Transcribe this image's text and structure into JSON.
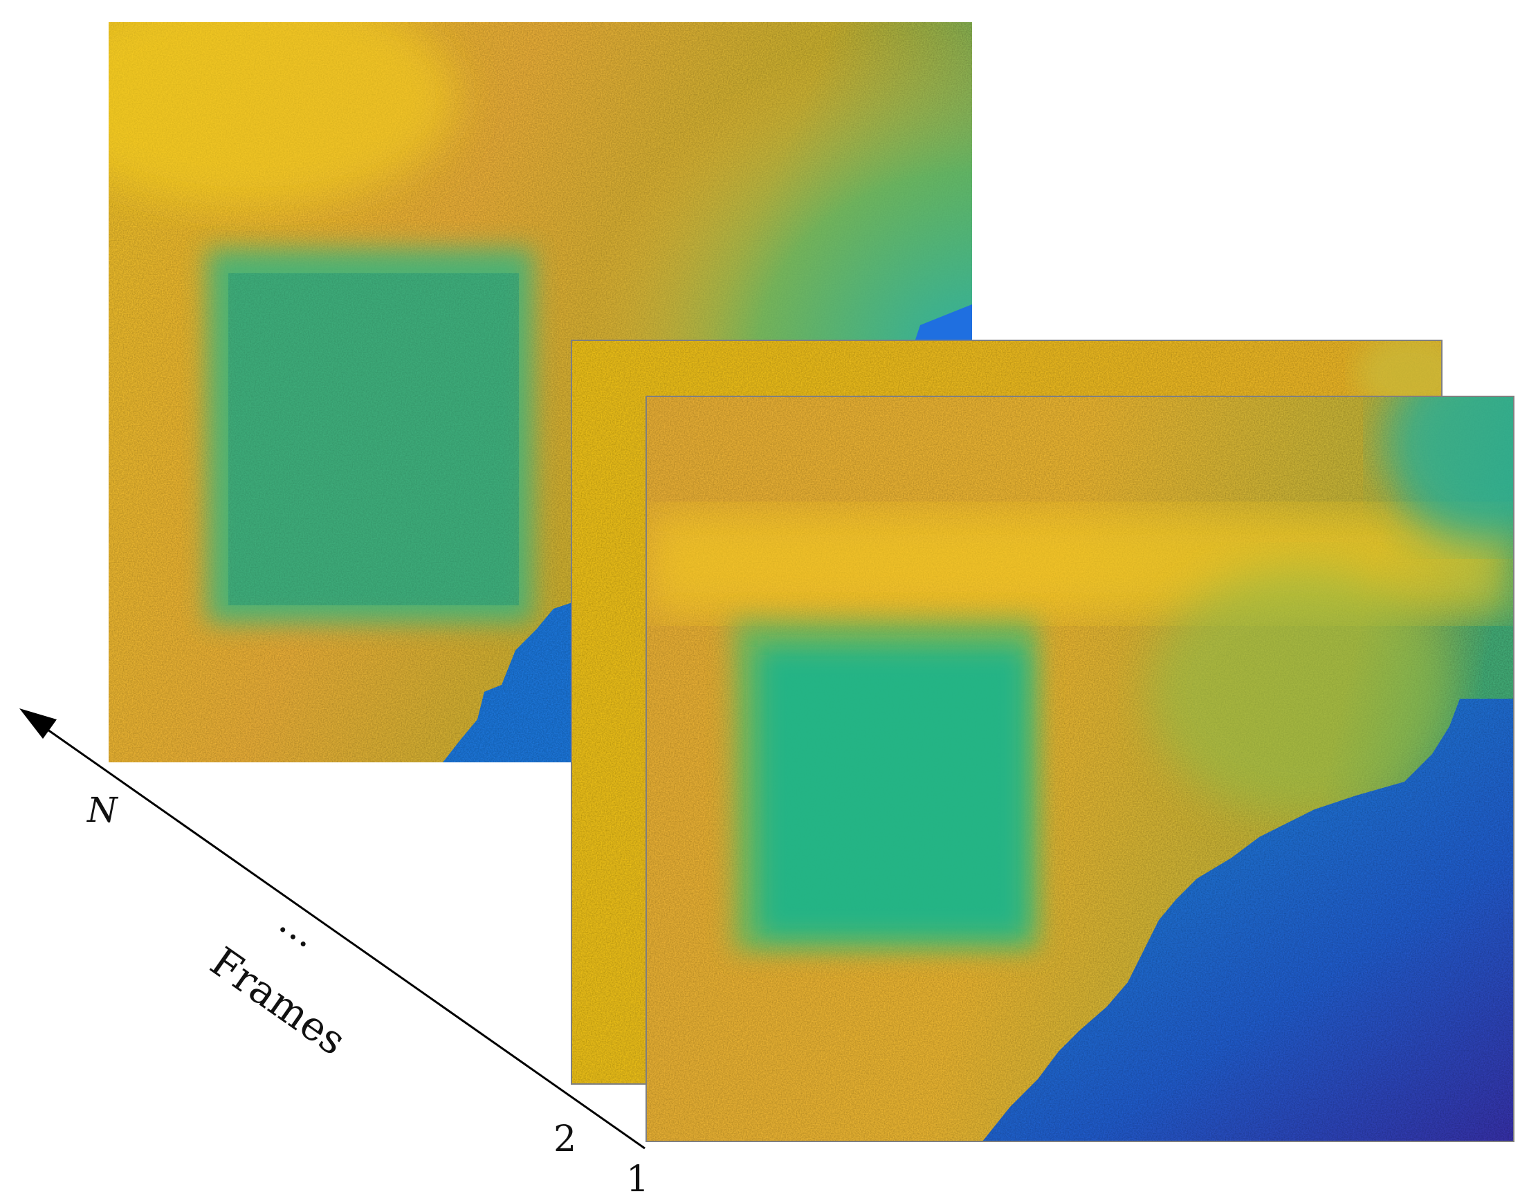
{
  "diagram": {
    "axis_label": "Frames",
    "last_frame_label": "N",
    "ellipsis": "…",
    "frame_labels": [
      "1",
      "2"
    ],
    "frames": [
      {
        "id": "frame-N",
        "style": "upper-right-blue-corner"
      },
      {
        "id": "frame-2",
        "style": "mostly-yellow"
      },
      {
        "id": "frame-1",
        "style": "lower-right-blue-region"
      }
    ],
    "colors": {
      "yellow": "#f5c518",
      "orange": "#f3b23a",
      "green": "#2fb57a",
      "teal": "#1ca89a",
      "blue": "#1f6fe0",
      "deep_blue": "#2d3fbf",
      "axis": "#000000"
    }
  }
}
